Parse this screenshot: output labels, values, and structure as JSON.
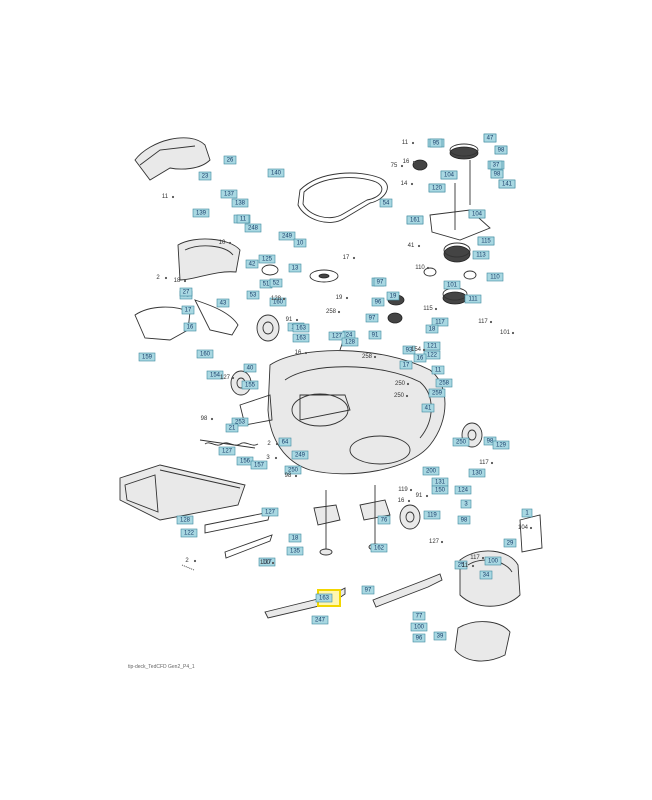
{
  "diagram": {
    "highlighted_callout": "25",
    "footer_text": "tip-deck_TedCFD Gen2_P4_1",
    "callouts": [
      "17",
      "101",
      "43",
      "102",
      "11",
      "120",
      "112",
      "116",
      "115",
      "118",
      "114",
      "113",
      "110",
      "101",
      "111",
      "117",
      "121",
      "122",
      "18",
      "19",
      "14",
      "96",
      "97",
      "97",
      "24",
      "23",
      "26",
      "140",
      "137",
      "138",
      "136",
      "139",
      "11",
      "248",
      "249",
      "10",
      "13",
      "125",
      "42",
      "51",
      "52",
      "53",
      "54",
      "75",
      "16",
      "17",
      "43",
      "27",
      "159",
      "160",
      "160",
      "117",
      "163",
      "163",
      "127",
      "128",
      "91",
      "93",
      "16",
      "17",
      "11",
      "258",
      "259",
      "40",
      "154",
      "155",
      "41",
      "253",
      "21",
      "127",
      "156",
      "157",
      "64",
      "249",
      "250",
      "200",
      "250",
      "98",
      "129",
      "130",
      "131",
      "150",
      "3",
      "98",
      "1",
      "119",
      "122",
      "128",
      "127",
      "117",
      "135",
      "18",
      "162",
      "163",
      "247",
      "97",
      "76",
      "77",
      "100",
      "96",
      "39",
      "100",
      "29",
      "34",
      "124",
      "25",
      "47",
      "95",
      "98",
      "37",
      "98",
      "141",
      "104",
      "120",
      "104",
      "161",
      "115"
    ],
    "plain_labels": [
      "11",
      "16",
      "75",
      "14",
      "41",
      "11",
      "10",
      "2",
      "18",
      "17",
      "19",
      "258",
      "110",
      "115",
      "117",
      "101",
      "154",
      "258",
      "250",
      "250",
      "127",
      "128",
      "91",
      "16",
      "98",
      "2",
      "3",
      "117",
      "119",
      "16",
      "98",
      "91",
      "127",
      "104",
      "117",
      "100",
      "11",
      "2"
    ]
  }
}
